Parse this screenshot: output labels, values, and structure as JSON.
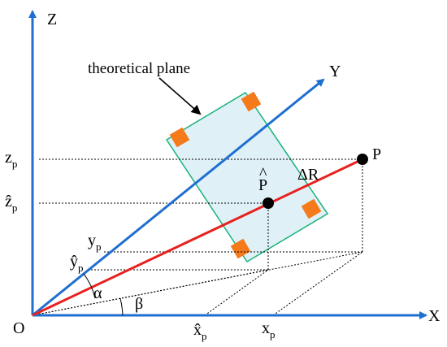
{
  "diagram": {
    "plane_label": "theoretical plane",
    "axes": {
      "z": "Z",
      "y": "Y",
      "x": "X",
      "origin": "O"
    },
    "points": {
      "p": "P",
      "p_hat": "P",
      "p_hat_accent": "^"
    },
    "delta_r": "ΔR",
    "angles": {
      "alpha": "α",
      "beta": "β"
    },
    "coords": {
      "z_p": {
        "main": "z",
        "sub": "p"
      },
      "z_hat_p": {
        "main": "ẑ",
        "sub": "p"
      },
      "y_p": {
        "main": "y",
        "sub": "p"
      },
      "y_hat_p": {
        "main": "ŷ",
        "sub": "p"
      },
      "x_hat_p": {
        "main": "x̂",
        "sub": "p"
      },
      "x_p": {
        "main": "x",
        "sub": "p"
      }
    },
    "colors": {
      "axis": "#1f6fd1",
      "vector": "#e8201e",
      "plane_fill": "#dff1f7",
      "plane_stroke": "#19b27a",
      "marker": "#f47a1a",
      "point": "#000000"
    }
  }
}
